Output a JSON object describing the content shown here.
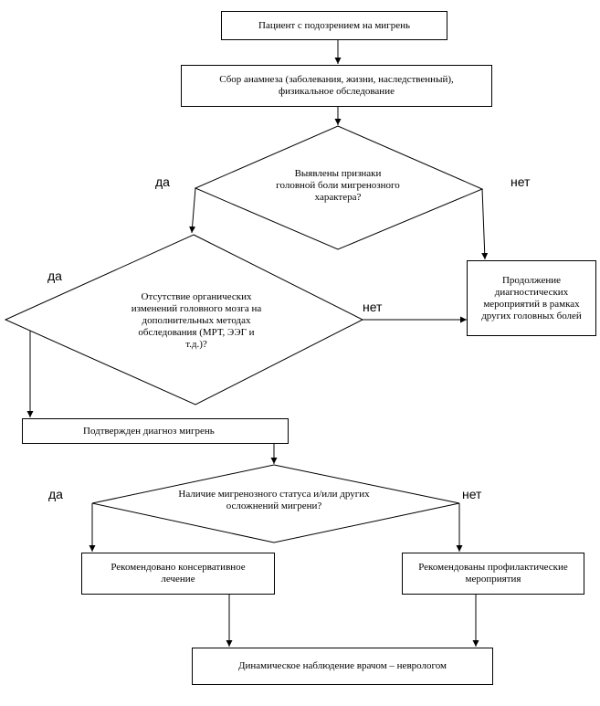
{
  "nodes": {
    "start": "Пациент с подозрением на мигрень",
    "anamnesis": "Сбор анамнеза (заболевания, жизни, наследственный), физикальное обследование",
    "decision_migraine_signs": "Выявлены признаки головной боли мигренозного характера?",
    "decision_no_organic": "Отсутствие органических изменений головного мозга на дополнительных методах обследования (МРТ, ЭЭГ и т.д.)?",
    "continue_diagnostics": "Продолжение диагностических мероприятий в рамках других головных болей",
    "confirmed": "Подтвержден диагноз мигрень",
    "decision_status": "Наличие мигренозного статуса и/или других осложнений мигрени?",
    "conservative": "Рекомендовано консервативное лечение",
    "preventive": "Рекомендованы профилактические мероприятия",
    "observation": "Динамическое наблюдение врачом – неврологом"
  },
  "labels": {
    "yes": "да",
    "no": "нет"
  }
}
